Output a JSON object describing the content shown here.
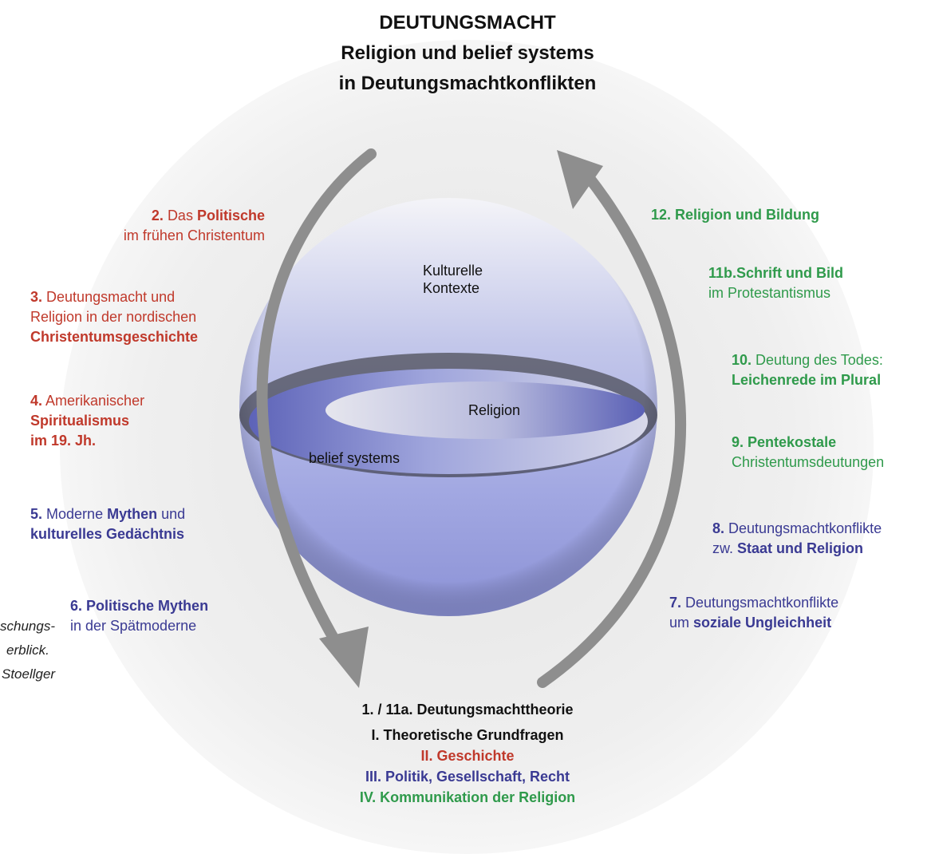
{
  "title": {
    "line1": "DEUTUNGSMACHT",
    "line2": "Religion und belief systems",
    "line3": "in Deutungsmachtkonflikten"
  },
  "center": {
    "top_label_1": "Kulturelle",
    "top_label_2": "Kontexte",
    "ring_inner": "Religion",
    "ring_outer": "belief systems"
  },
  "left_items": {
    "i2": {
      "num": "2.",
      "a": "Das",
      "b": "Politische",
      "c": "im frühen Christentum"
    },
    "i3": {
      "num": "3.",
      "a": "Deutungsmacht und",
      "b": "Religion in der nordischen",
      "c": "Christentumsgeschichte"
    },
    "i4": {
      "num": "4.",
      "a": "Amerikanischer",
      "b": "Spiritualismus",
      "c": "im 19. Jh."
    },
    "i5": {
      "num": "5.",
      "a": "Moderne",
      "b": "Mythen",
      "c": "und",
      "d": "kulturelles Gedächtnis"
    },
    "i6": {
      "num": "6.",
      "a": "Politische Mythen",
      "b": "in der Spätmoderne"
    }
  },
  "right_items": {
    "i12": {
      "text": "12. Religion und Bildung"
    },
    "i11b": {
      "a": "11b.Schrift und Bild",
      "b": "im Protestantismus"
    },
    "i10": {
      "num": "10.",
      "a": "Deutung des Todes:",
      "b": "Leichenrede im Plural"
    },
    "i9": {
      "num": "9.",
      "a": "Pentekostale",
      "b": "Christentumsdeutungen"
    },
    "i8": {
      "num": "8.",
      "a": "Deutungsmachtkonflikte",
      "b": "zw.",
      "c": "Staat und Religion"
    },
    "i7": {
      "num": "7.",
      "a": "Deutungsmachtkonflikte",
      "b": "um",
      "c": "soziale Ungleichheit"
    }
  },
  "bottom_item": "1. / 11a. Deutungsmachttheorie",
  "legend": {
    "l1": "I. Theoretische Grundfragen",
    "l2": "II. Geschichte",
    "l3": "III. Politik, Gesellschaft, Recht",
    "l4": "IV. Kommunikation der Religion"
  },
  "caption": {
    "line1": "schungs-",
    "line2": "erblick.",
    "line3": "Stoellger"
  },
  "colors": {
    "history": "#c0392b",
    "politics": "#3a3a93",
    "communication": "#2f9a4b",
    "theory": "#111111",
    "arrow": "#8e8e8e",
    "sphere": "#8f95d8"
  }
}
